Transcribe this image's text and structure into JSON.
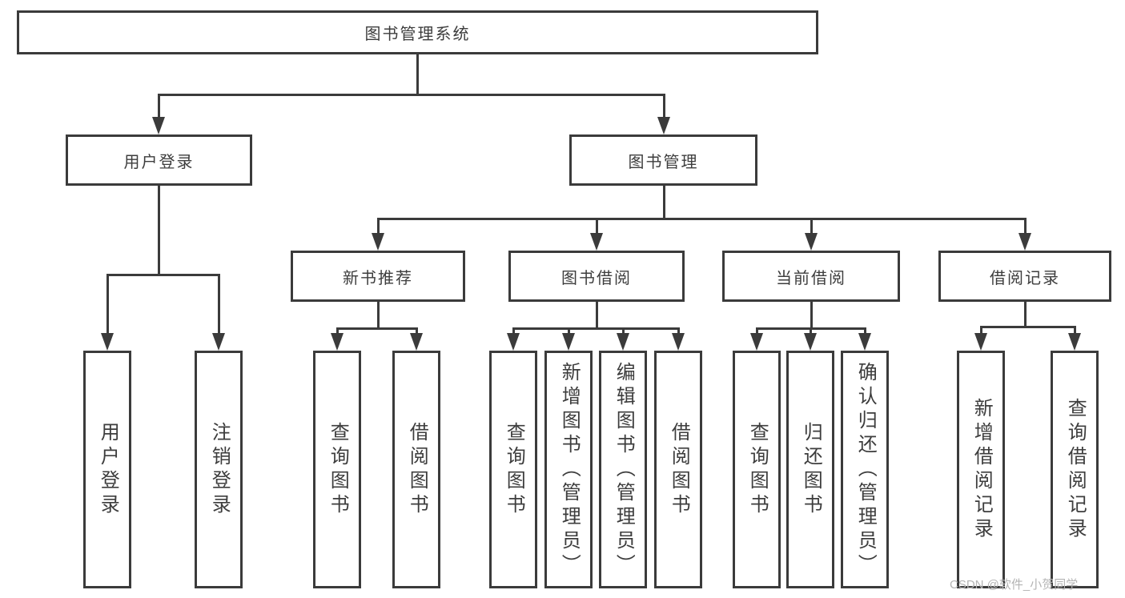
{
  "diagram": {
    "root": {
      "label": "图书管理系统"
    },
    "level2": {
      "user_login": {
        "label": "用户登录"
      },
      "book_management": {
        "label": "图书管理"
      }
    },
    "level3": {
      "new_book_recommend": {
        "label": "新书推荐"
      },
      "book_borrow": {
        "label": "图书借阅"
      },
      "current_borrow": {
        "label": "当前借阅"
      },
      "borrow_record": {
        "label": "借阅记录"
      }
    },
    "level4": {
      "user_login_action": {
        "label": "用户登录"
      },
      "logout": {
        "label": "注销登录"
      },
      "recommend_query_book": {
        "label": "查询图书"
      },
      "recommend_borrow_book": {
        "label": "借阅图书"
      },
      "borrow_query_book": {
        "label": "查询图书"
      },
      "borrow_add_book": {
        "label": "新增图书（管理员）"
      },
      "borrow_edit_book": {
        "label": "编辑图书（管理员）"
      },
      "borrow_borrow_book": {
        "label": "借阅图书"
      },
      "current_query_book": {
        "label": "查询图书"
      },
      "current_return_book": {
        "label": "归还图书"
      },
      "current_confirm_return": {
        "label": "确认归还（管理员）"
      },
      "record_add_record": {
        "label": "新增借阅记录"
      },
      "record_query_record": {
        "label": "查询借阅记录"
      }
    }
  },
  "watermark": {
    "text": "CSDN @软件_小贺同学"
  },
  "colors": {
    "line": "#3b3b3b",
    "text": "#3d3d3d",
    "box_fill": "#ffffff",
    "watermark": "#b4b4b4",
    "background": "#ffffff"
  }
}
